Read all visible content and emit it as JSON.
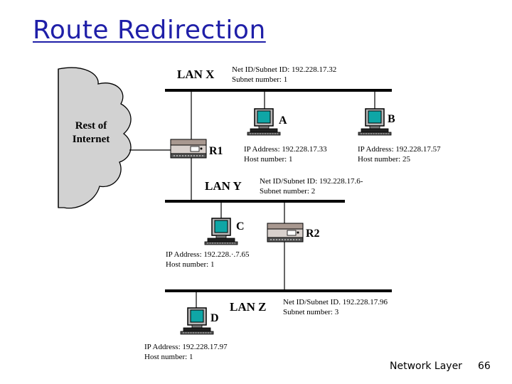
{
  "slide": {
    "title": "Route Redirection",
    "footer_left": "Network Layer",
    "page_number": "66"
  },
  "diagram": {
    "cloud": {
      "line1": "Rest of",
      "line2": "Internet"
    },
    "lan_x": {
      "label": "LAN X",
      "net_id": "Net ID/Subnet ID: 192.228.17.32",
      "subnet": "Subnet number: 1"
    },
    "lan_y": {
      "label": "LAN Y",
      "net_id": "Net ID/Subnet ID: 192.228.17.6-",
      "subnet": "Subnet number: 2"
    },
    "lan_z": {
      "label": "LAN Z",
      "net_id": "Net ID/Subnet ID. 192.228.17.96",
      "subnet": "Subnet number: 3"
    },
    "routers": {
      "r1": "R1",
      "r2": "R2"
    },
    "hosts": {
      "a": {
        "label": "A",
        "ip": "IP Address: 192.228.17.33",
        "host": "Host number: 1"
      },
      "b": {
        "label": "B",
        "ip": "IP Address: 192.228.17.57",
        "host": "Host number: 25"
      },
      "c": {
        "label": "C",
        "ip": "IP Address: 192.228.·.7.65",
        "host": "Host number: 1"
      },
      "d": {
        "label": "D",
        "ip": "IP Address: 192.228.17.97",
        "host": "Host number: 1"
      }
    }
  }
}
